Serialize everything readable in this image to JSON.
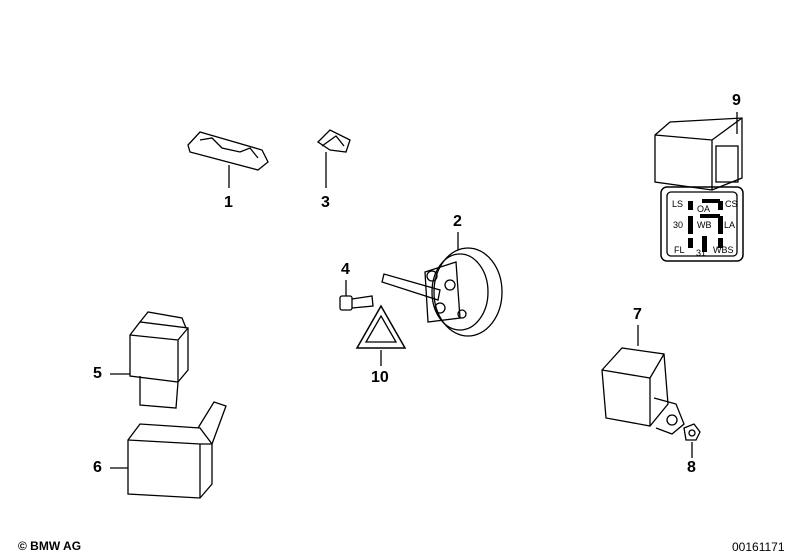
{
  "callouts": [
    "1",
    "2",
    "3",
    "4",
    "5",
    "6",
    "7",
    "8",
    "9",
    "10"
  ],
  "relay_labels": {
    "ls": "LS",
    "oa": "OA",
    "cs": "CS",
    "t30": "30",
    "wb": "WB",
    "la": "LA",
    "fl": "FL",
    "t31": "31",
    "wbs": "WBS"
  },
  "footer": {
    "copyright": "© BMW AG",
    "diagram_id": "00161171"
  }
}
